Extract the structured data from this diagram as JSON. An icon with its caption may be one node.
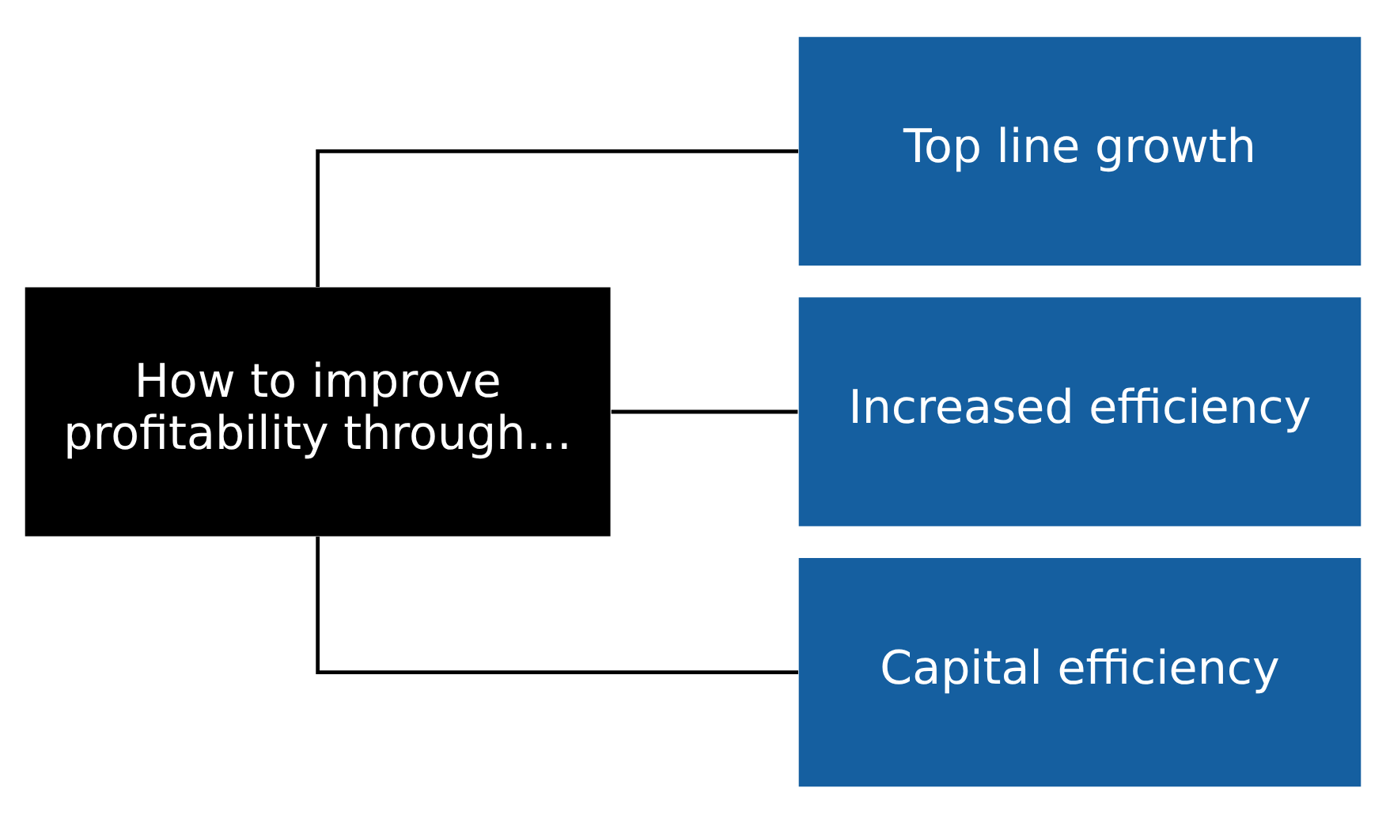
{
  "diagram": {
    "nodes": [
      {
        "text": [
          "How to improve profitability through…"
        ]
      },
      {
        "text": [
          "Top line growth"
        ]
      },
      {
        "text": [
          "Increased efficiency"
        ]
      },
      {
        "text": [
          "Capital efficiency"
        ]
      }
    ],
    "edges": [
      {
        "from": 0,
        "to": 1,
        "arrow": "none"
      },
      {
        "from": 0,
        "to": 2,
        "arrow": "none"
      },
      {
        "from": 0,
        "to": 3,
        "arrow": "none"
      }
    ]
  }
}
